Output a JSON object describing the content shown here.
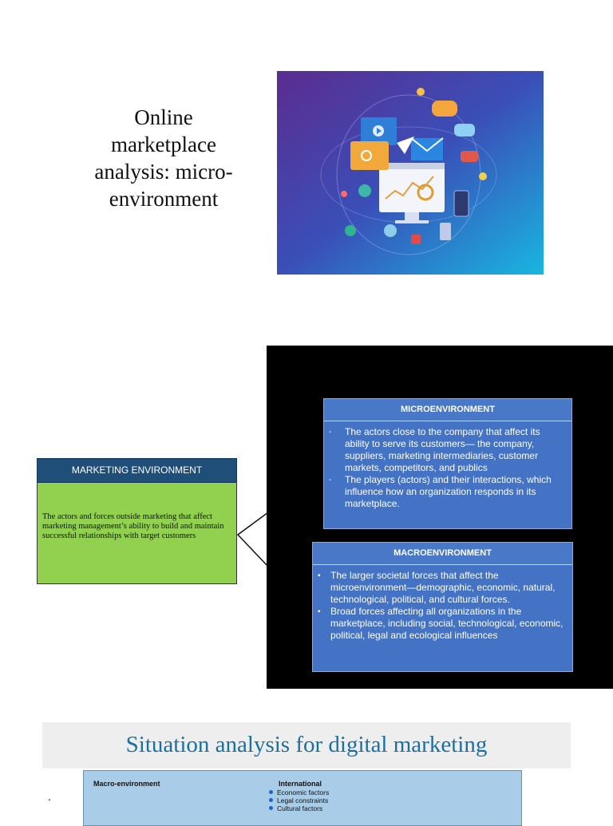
{
  "slide1": {
    "title_lines": [
      "Online",
      "marketplace",
      "analysis: micro-",
      "environment"
    ]
  },
  "slide2": {
    "marketing_environment": {
      "header": "MARKETING ENVIRONMENT",
      "body": "The actors and forces outside marketing that affect marketing management’s ability to build and maintain successful relationships with target customers"
    },
    "microenvironment": {
      "header": "MICROENVIRONMENT",
      "marker": "-",
      "bullets": [
        "The actors close to the company that affect its ability to serve its customers— the company, suppliers, marketing intermediaries, customer markets, competitors, and publics",
        "The players (actors) and their interactions, which influence how an organization responds in its marketplace."
      ]
    },
    "macroenvironment": {
      "header": "MACROENVIRONMENT",
      "marker": "▪",
      "bullets": [
        "The larger societal forces that affect the microenvironment—demographic, economic, natural, technological, political, and cultural forces.",
        "Broad forces affecting all organizations in the marketplace, including social, technological, economic, political, legal and ecological influences"
      ]
    }
  },
  "slide3": {
    "title": "Situation analysis for digital marketing",
    "stray_mark": ".",
    "diagram": {
      "left_label": "Macro-environment",
      "international_title": "International",
      "international_items": [
        "Economic factors",
        "Legal constraints",
        "Cultural factors"
      ]
    }
  },
  "colors": {
    "panel_black": "#000000",
    "me_header": "#1f4e79",
    "me_body": "#92d050",
    "env_card": "#4472c4",
    "situation_title": "#1a6fa3",
    "diagram_fill": "#a9cce8"
  }
}
